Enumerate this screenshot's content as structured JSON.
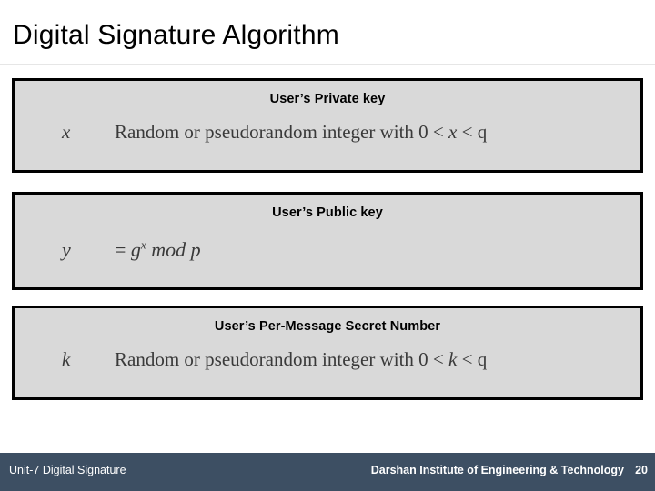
{
  "slide": {
    "title": "Digital Signature Algorithm",
    "boxes": [
      {
        "heading": "User’s Private key",
        "variable": "x",
        "formula_pre": "Random or pseudorandom integer with 0 < ",
        "formula_var": "x",
        "formula_post": " < q"
      },
      {
        "heading": "User’s Public key",
        "variable": "y",
        "formula_eq": "= ",
        "formula_base": "g",
        "formula_exp": "x",
        "formula_tail": " mod p"
      },
      {
        "heading": "User’s Per-Message Secret Number",
        "variable": "k",
        "formula_pre": "Random or pseudorandom integer with 0 < ",
        "formula_var": "k",
        "formula_post": " < q"
      }
    ],
    "footer": {
      "left": "Unit-7  Digital Signature",
      "right": "Darshan Institute of Engineering & Technology",
      "page": "20"
    }
  }
}
